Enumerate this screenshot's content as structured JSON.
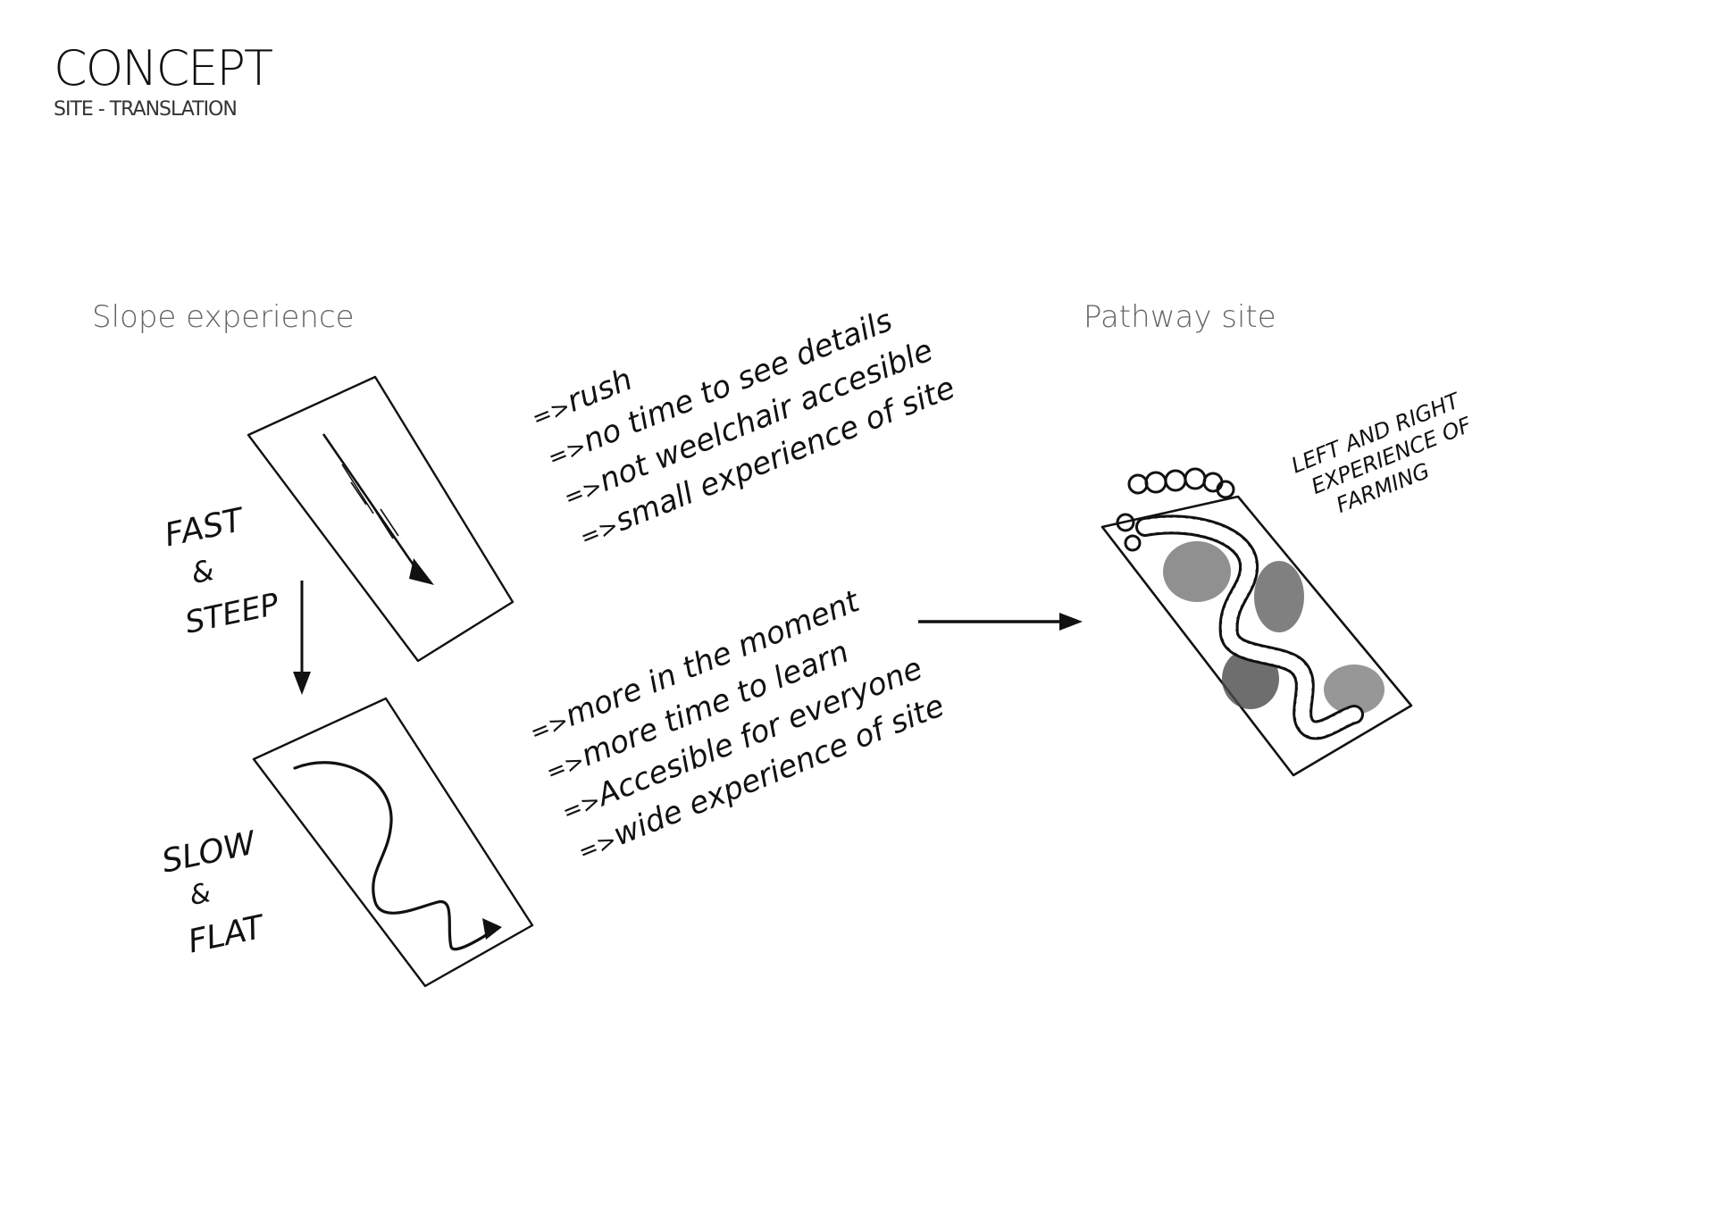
{
  "header": {
    "title": "CONCEPT",
    "subtitle": "SITE - TRANSLATION"
  },
  "sections": {
    "slope_label": "Slope experience",
    "pathway_label": "Pathway site"
  },
  "fast": {
    "label_line1": "FAST",
    "label_line2": "&",
    "label_line3": "STEEP",
    "notes": [
      "rush",
      "no time to see details",
      "not weelchair accesible",
      "small experience of site"
    ]
  },
  "slow": {
    "label_line1": "SLOW",
    "label_line2": "&",
    "label_line3": "FLAT",
    "notes": [
      "more in the moment",
      "more time to learn",
      "Accesible for everyone",
      "wide experience of site"
    ]
  },
  "pathway": {
    "note_line1": "LEFT AND RIGHT",
    "note_line2": "EXPERIENCE OF",
    "note_line3": "FARMING"
  },
  "bullet_symbol": "=>",
  "colors": {
    "ink": "#111111",
    "label_gray": "#666666",
    "background": "#ffffff"
  }
}
